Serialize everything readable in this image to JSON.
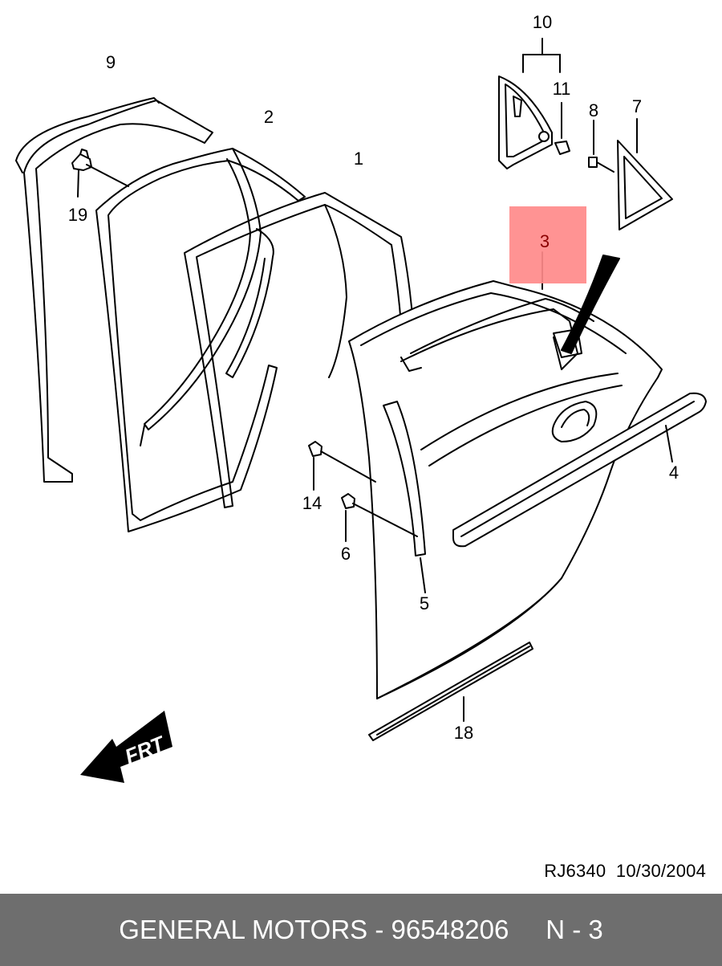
{
  "callouts": {
    "c1": "1",
    "c2": "2",
    "c3": "3",
    "c4": "4",
    "c5": "5",
    "c6": "6",
    "c7": "7",
    "c8": "8",
    "c9": "9",
    "c10": "10",
    "c11": "11",
    "c14": "14",
    "c18": "18",
    "c19": "19"
  },
  "highlight": {
    "label": "3",
    "color": "#ff8a8a"
  },
  "arrow_label": "FRT",
  "drawing_ref": {
    "code": "RJ6340",
    "date": "10/30/2004"
  },
  "footer": {
    "brand": "GENERAL MOTORS",
    "part_number": "96548206",
    "page": "N - 3"
  }
}
